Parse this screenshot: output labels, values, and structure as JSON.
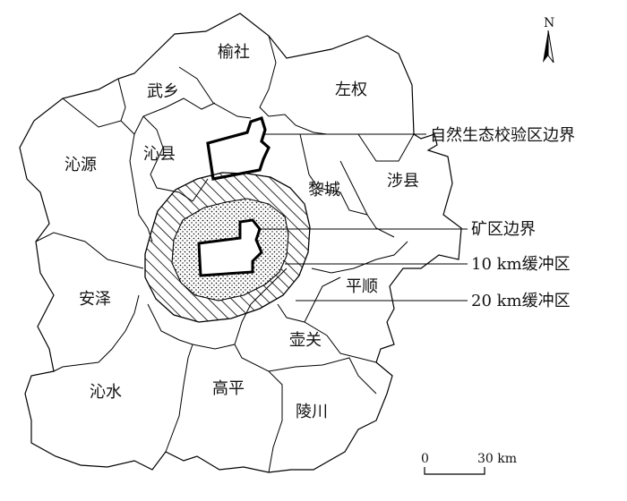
{
  "counties": [
    {
      "id": "yushe",
      "name": "榆社"
    },
    {
      "id": "zuoquan",
      "name": "左权"
    },
    {
      "id": "wuxiang",
      "name": "武乡"
    },
    {
      "id": "qinyuan",
      "name": "沁源"
    },
    {
      "id": "qinxian",
      "name": "沁县"
    },
    {
      "id": "licheng",
      "name": "黎城"
    },
    {
      "id": "shexian",
      "name": "涉县"
    },
    {
      "id": "anze",
      "name": "安泽"
    },
    {
      "id": "pingshun",
      "name": "平顺"
    },
    {
      "id": "huguan",
      "name": "壶关"
    },
    {
      "id": "qinshui",
      "name": "沁水"
    },
    {
      "id": "gaoping",
      "name": "高平"
    },
    {
      "id": "lingchuan",
      "name": "陵川"
    }
  ],
  "legend": {
    "eco_zone": "自然生态校验区边界",
    "mine": "矿区边界",
    "buf10": "10 km缓冲区",
    "buf20": "20 km缓冲区"
  },
  "north": "N",
  "scale": {
    "zero": "0",
    "end": "30 km"
  }
}
